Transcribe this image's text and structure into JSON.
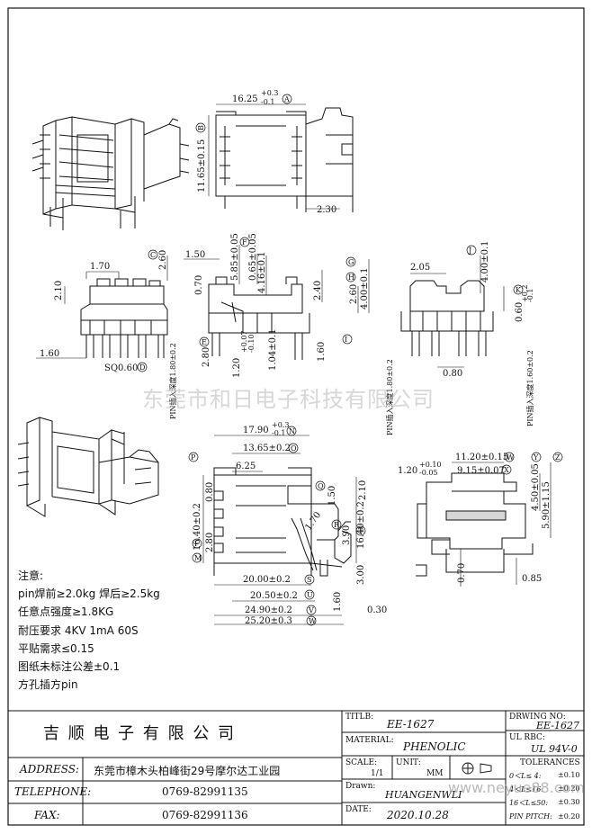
{
  "dimensions": {
    "top_width": "16.25",
    "top_width_tol_plus": "+0.3",
    "top_width_tol_minus": "-0.1",
    "top_width_ref": "A",
    "top_height": "11.65±0.15",
    "top_height_ref": "B",
    "top_pin_offset": "2.30",
    "side_pitch": "1.70",
    "side_c": "2.60",
    "side_c_ref": "C",
    "side_h": "2.10",
    "side_base": "1.60",
    "pin_sq": "SQ0.60",
    "pin_sq_ref": "D",
    "pin_len_left": "PIN插入深度1.80±0.2",
    "f_val": "1.50",
    "f_ref": "F",
    "g1": "5.85±0.05",
    "g2": "0.65±0.05",
    "g3": "4.16±0.1",
    "e_val": "0.70",
    "e_ref": "E",
    "g_ref": "G",
    "h_val": "2.40",
    "h_ref": "H",
    "h2": "2.60",
    "h3": "4.00±0.1",
    "i_ref": "I",
    "side_280": "2.80",
    "side_120": "1.20",
    "side_120_tol_plus": "+0.07",
    "side_120_tol_minus": "-0.10",
    "side_104": "1.04±0.1",
    "side_160b": "1.60",
    "pin_len_mid": "PIN插入深度1.80±0.2",
    "j_ref": "J",
    "r_205": "2.05",
    "r_400": "4.00±0.1",
    "k_val": "0.60",
    "k_tol_plus": "+0.2",
    "k_tol_minus": "-0.1",
    "k_ref": "K",
    "r_080": "0.80",
    "pin_len_right": "PIN插入深度1.60±0.2",
    "n_val": "17.90",
    "n_tol_plus": "+0.3",
    "n_tol_minus": "-0.1",
    "n_ref": "N",
    "o_val": "13.65±0.2",
    "o_ref": "O",
    "p_val": "6.25",
    "p_ref": "P",
    "q_ref": "Q",
    "q_val": "1.50",
    "front_210": "2.10",
    "front_1640a": "16.40±0.2",
    "front_1640a_ref": "I",
    "front_080": "0.80",
    "front_280": "2.80",
    "front_m_ref": "M",
    "front_170": "1.70",
    "r_ref": "R",
    "front_390": "3.90",
    "front_1640b": "16.40±0.2",
    "t_ref": "T",
    "s_val": "20.00±0.2",
    "s_ref": "S",
    "t_val": "20.50±0.2",
    "u_ref": "U",
    "front_300": "3.00",
    "front_160": "1.60",
    "v_val": "24.90±0.2",
    "v_ref": "V",
    "front_030": "0.30",
    "w_val": "25.20±0.3",
    "w_ref": "W",
    "rs_1120": "11.20±0.15",
    "rs_1120_ref": "W",
    "rs_120": "1.20",
    "rs_120_tol_plus": "+0.10",
    "rs_120_tol_minus": "-0.05",
    "rs_915": "9.15±0.07",
    "rs_915_ref": "X",
    "y_ref": "Y",
    "z_ref": "Z",
    "rs_450": "4.50±0.05",
    "rs_590": "5.90±1.15",
    "rs_070": "0.70",
    "rs_085": "0.85"
  },
  "notes": {
    "title": "注意:",
    "lines": [
      "pin焊前≥2.0kg 焊后≥2.5kg",
      "任意点强度≥1.8KG",
      "耐压要求 4KV 1mA 60S",
      "平贴需求≤0.15",
      "图纸未标注公差±0.1",
      "方孔插方pin"
    ]
  },
  "watermark": "东莞市和日电子科技有限公司",
  "titleblock": {
    "company": "吉 顺 电 子 有 限 公 司",
    "address_label": "ADDRESS:",
    "address": "东莞市樟木头柏峰街29号摩尔达工业园",
    "telephone_label": "TELEPHONE:",
    "telephone": "0769-82991135",
    "fax_label": "FAX:",
    "fax": "0769-82991136",
    "title_label": "TITLB:",
    "title": "EE-1627",
    "drawing_label": "DRWING NO:",
    "drawing_no": "EE-1627",
    "material_label": "MATERIAL:",
    "material": "PHENOLIC",
    "ul_label": "UL RBC:",
    "ul": "UL 94V-0",
    "scale_label": "SCALE:",
    "scale": "1/1",
    "unit_label": "UNIT:",
    "unit": "MM",
    "tolerances_label": "TOLERANCES",
    "tol_rows": [
      {
        "range": "0＜L≤ 4:",
        "value": "±0.10"
      },
      {
        "range": "4＜L≤16:",
        "value": "±0.20"
      },
      {
        "range": "16＜L≤50:",
        "value": "±0.30"
      },
      {
        "range": "PIN PITCH:",
        "value": "±0.20"
      }
    ],
    "drawn_label": "Drawn:",
    "drawn": "HUANGENWLI",
    "date_label": "DATE:",
    "date": "2020.10.28",
    "site_mark": "www.neyue88.com"
  }
}
